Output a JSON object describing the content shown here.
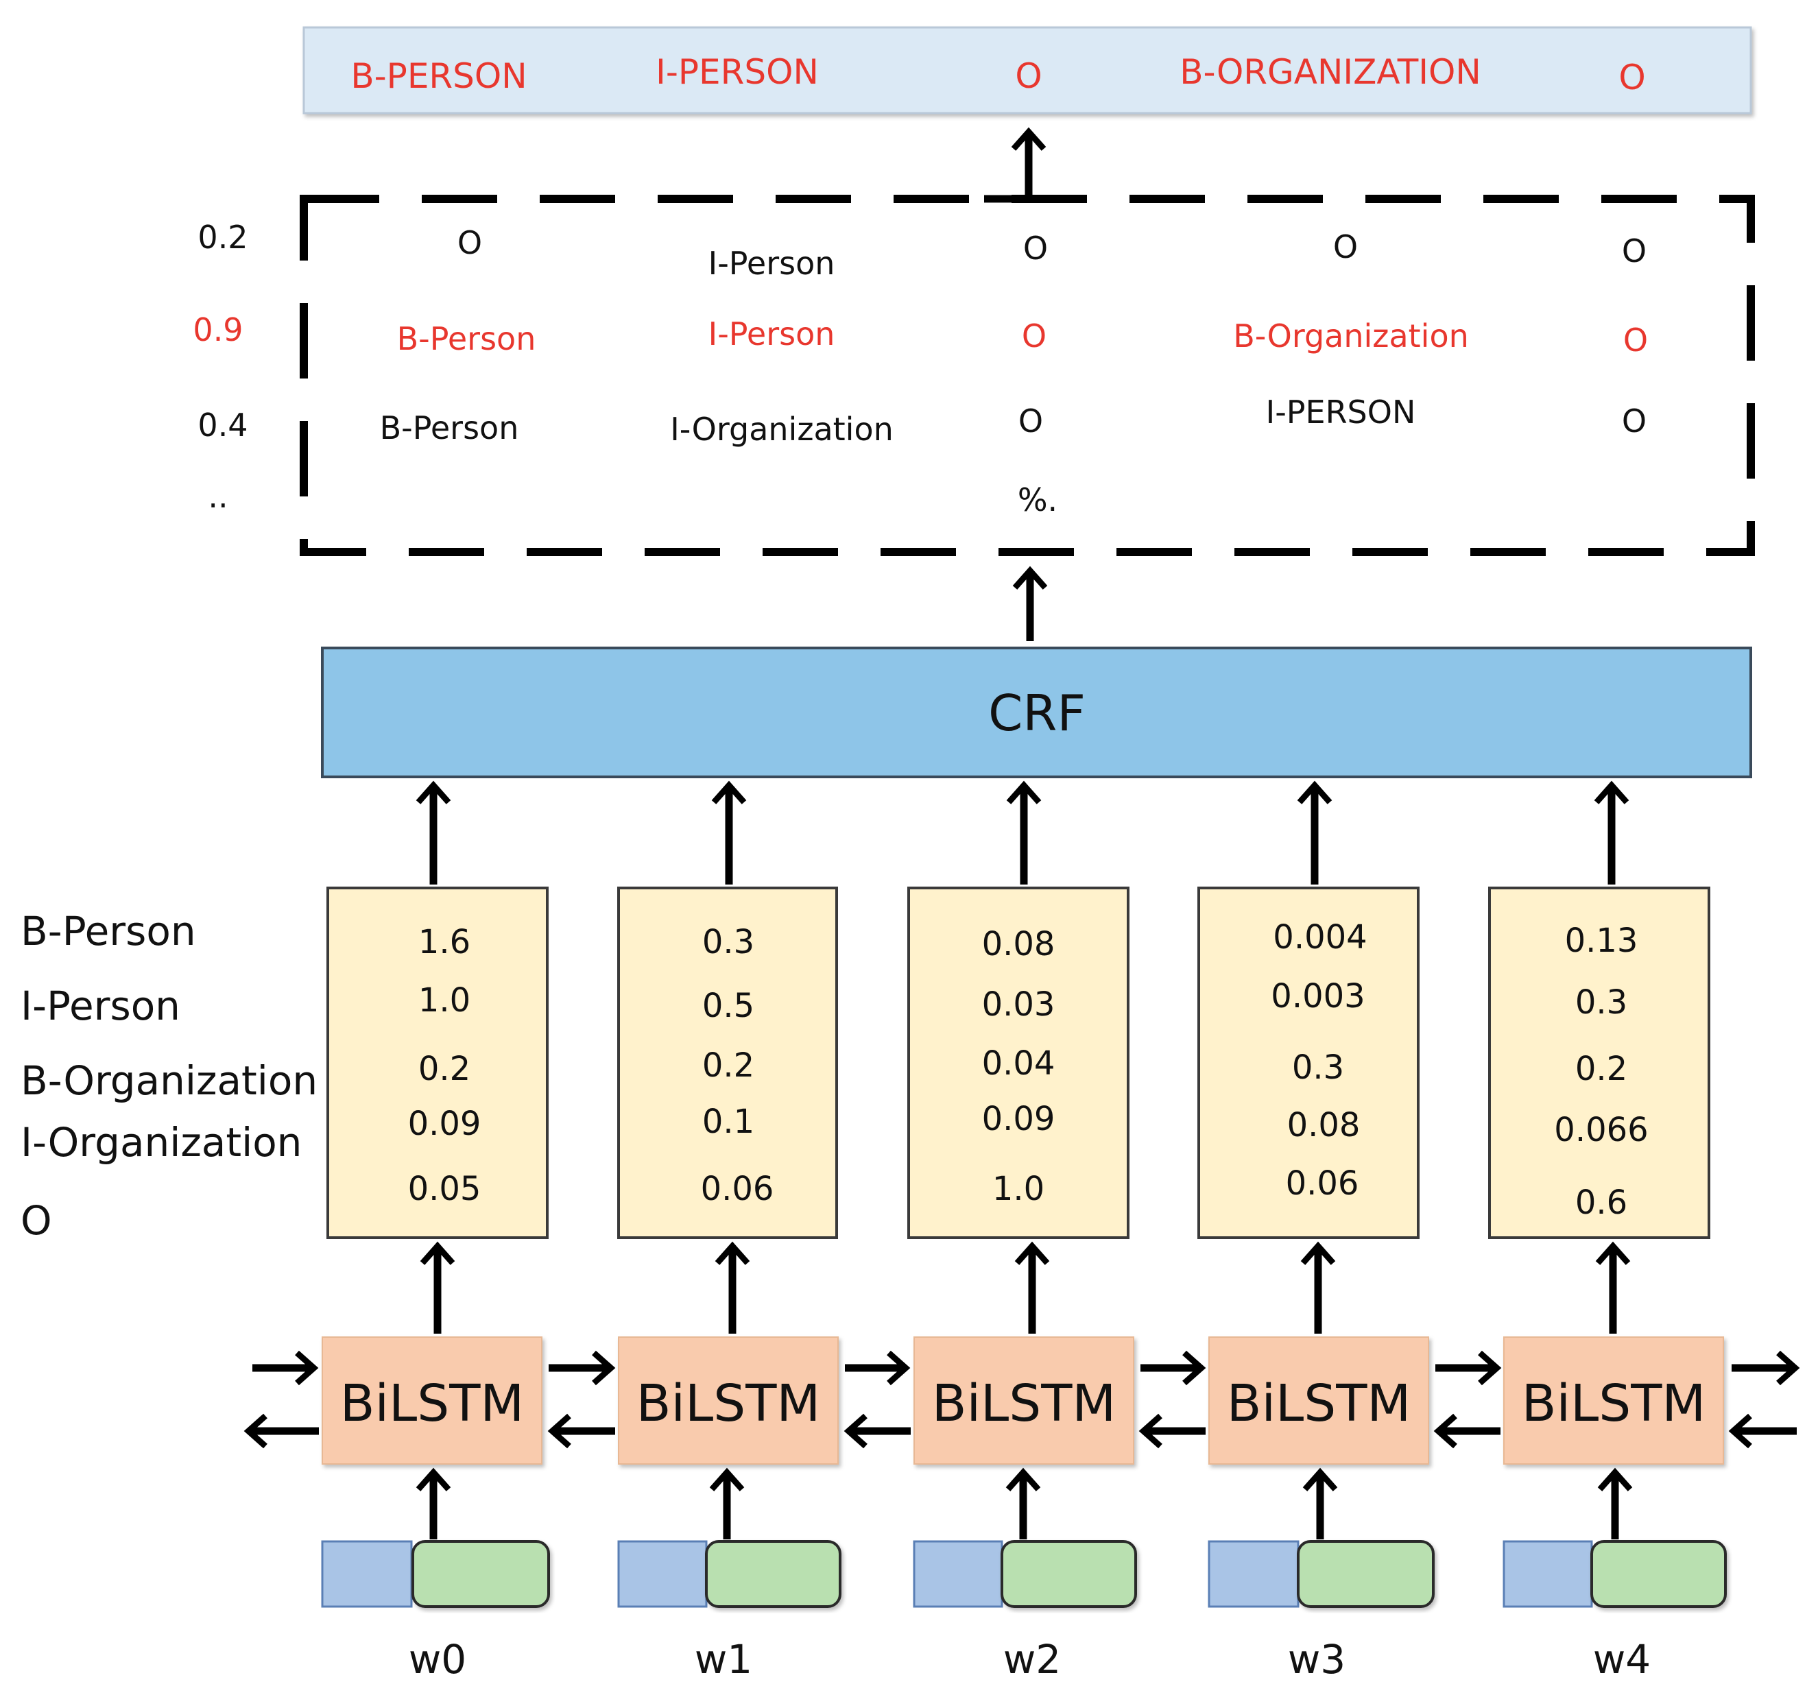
{
  "output_labels": [
    "B-PERSON",
    "I-PERSON",
    "O",
    "B-ORGANIZATION",
    "O"
  ],
  "candidates": {
    "scores": [
      "0.2",
      "0.9",
      "0.4",
      ".."
    ],
    "rows": [
      [
        "O",
        "I-Person",
        "O",
        "O",
        "O"
      ],
      [
        "B-Person",
        "I-Person",
        "O",
        "B-Organization",
        "O"
      ],
      [
        "B-Person",
        "I-Organization",
        "O",
        "I-PERSON",
        "O"
      ]
    ],
    "ellipsis": "%."
  },
  "crf_label": "CRF",
  "tag_names": [
    "B-Person",
    "I-Person",
    "B-Organization",
    "I-Organization",
    "O"
  ],
  "emission_scores": [
    [
      "1.6",
      "1.0",
      "0.2",
      "0.09",
      "0.05"
    ],
    [
      "0.3",
      "0.5",
      "0.2",
      "0.1",
      "0.06"
    ],
    [
      "0.08",
      "0.03",
      "0.04",
      "0.09",
      "1.0"
    ],
    [
      "0.004",
      "0.003",
      "0.3",
      "0.08",
      "0.06"
    ],
    [
      "0.13",
      "0.3",
      "0.2",
      "0.066",
      "0.6"
    ]
  ],
  "bilstm_label": "BiLSTM",
  "words": [
    "w0",
    "w1",
    "w2",
    "w3",
    "w4"
  ],
  "colors": {
    "output_bar": "#dbe9f5",
    "crf_box": "#8ec5e8",
    "emission_box": "#fff2cc",
    "bilstm_box": "#f9cbad",
    "embed_char": "#a9c4e6",
    "embed_word": "#b9e0b0",
    "highlight": "#e8372e"
  }
}
